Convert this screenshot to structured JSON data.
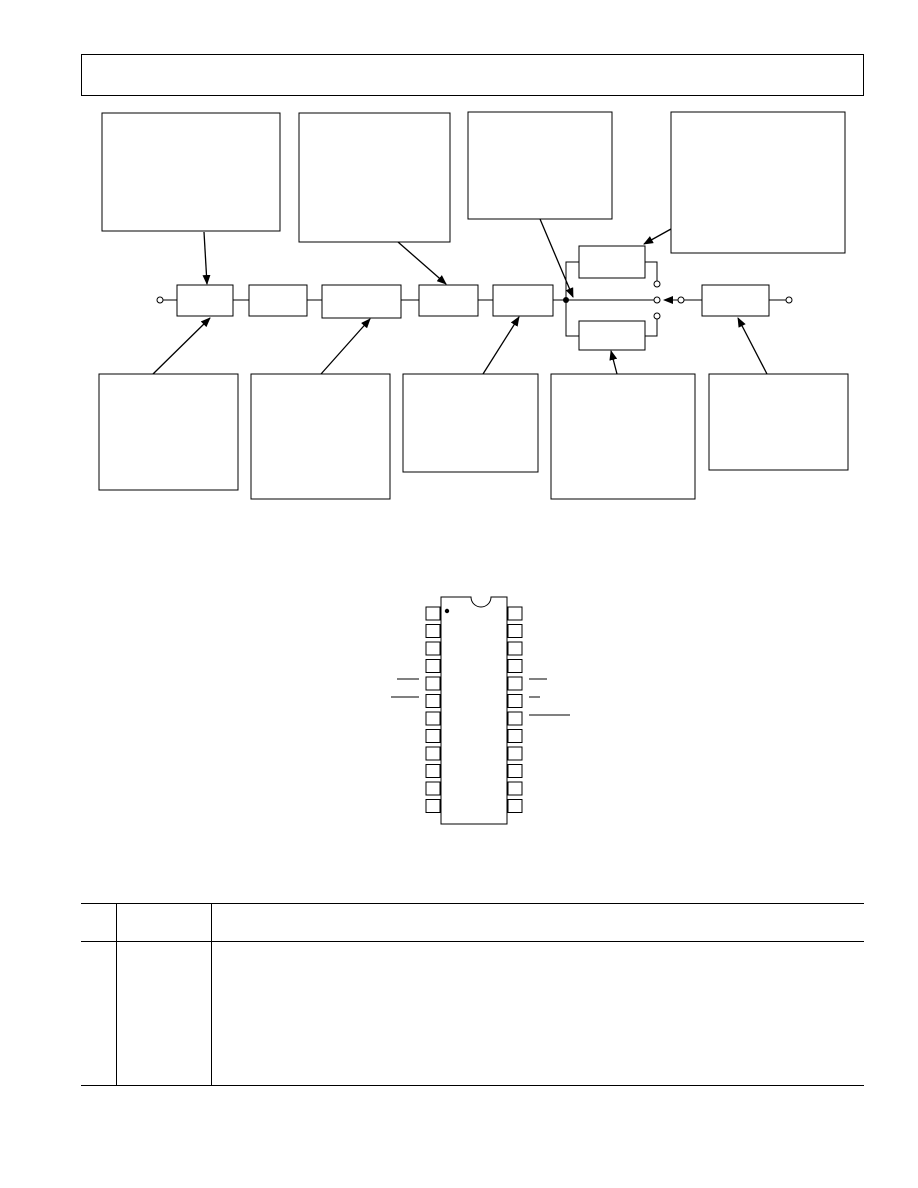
{
  "header": {
    "title": ""
  },
  "diagram": {
    "callouts_top": [
      {
        "id": "callout-top-1",
        "text": ""
      },
      {
        "id": "callout-top-2",
        "text": ""
      },
      {
        "id": "callout-top-3",
        "text": ""
      },
      {
        "id": "callout-top-4",
        "text": ""
      }
    ],
    "callouts_bottom": [
      {
        "id": "callout-bottom-1",
        "text": ""
      },
      {
        "id": "callout-bottom-2",
        "text": ""
      },
      {
        "id": "callout-bottom-3",
        "text": ""
      },
      {
        "id": "callout-bottom-4",
        "text": ""
      },
      {
        "id": "callout-bottom-5",
        "text": ""
      }
    ],
    "blocks": [
      {
        "id": "block-1",
        "label": ""
      },
      {
        "id": "block-2",
        "label": ""
      },
      {
        "id": "block-3",
        "label": ""
      },
      {
        "id": "block-4",
        "label": ""
      },
      {
        "id": "block-5",
        "label": ""
      },
      {
        "id": "block-upper-branch",
        "label": ""
      },
      {
        "id": "block-lower-branch",
        "label": ""
      },
      {
        "id": "block-output",
        "label": ""
      }
    ]
  },
  "ic_package": {
    "left_pins": 12,
    "right_pins": 12,
    "label": ""
  },
  "pin_table": {
    "headers": [
      "",
      "",
      ""
    ],
    "rows": [
      [
        "",
        "",
        ""
      ]
    ]
  }
}
